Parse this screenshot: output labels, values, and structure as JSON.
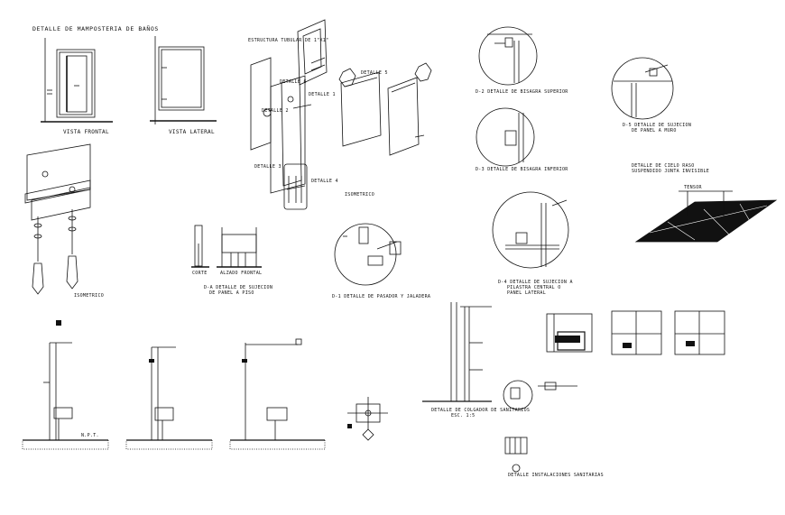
{
  "sheet": {
    "title": "DETALLE DE MAMPOSTERIA DE BAÑOS",
    "labels": {
      "vista_frontal": "VISTA FRONTAL",
      "vista_lateral": "VISTA LATERAL",
      "isometrico": "ISOMETRICO",
      "isometrico_2": "ISOMETRICO",
      "corte": "CORTE",
      "alzado_frontal": "ALZADO FRONTAL",
      "d_a": "D-A  DETALLE DE SUJECION",
      "d_a_2": "DE PANEL A PISO",
      "d_1": "D-1  DETALLE DE PASADOR Y JALADERA",
      "d_2": "D-2  DETALLE DE BISAGRA SUPERIOR",
      "d_3": "D-3  DETALLE DE BISAGRA INFERIOR",
      "d_4": "D-4  DETALLE DE SUJECION A",
      "d_4_2": "PILASTRA CENTRAL O",
      "d_4_3": "PANEL LATERAL",
      "d_5": "D-5  DETALLE DE SUJECION",
      "d_5_2": "DE PANEL A MURO",
      "cielo_1": "DETALLE DE CIELO RASO",
      "cielo_2": "SUSPENDIDO JUNTA INVISIBLE",
      "tensor": "TENSOR",
      "detalle_1": "DETALLE 1",
      "detalle_2": "DETALLE 2",
      "detalle_3": "DETALLE 3",
      "detalle_4": "DETALLE 4",
      "detalle_5": "DETALLE 5",
      "detalle_6": "DETALLE 6",
      "estructura": "ESTRUCTURA TUBULAR DE 1\"X1\"",
      "instalaciones": "DETALLE INSTALACIONES SANITARIAS",
      "colgador": "DETALLE DE COLGADOR DE SANITARIOS",
      "nivel": "N.P.T.",
      "escala": "ESC. 1:5"
    }
  }
}
